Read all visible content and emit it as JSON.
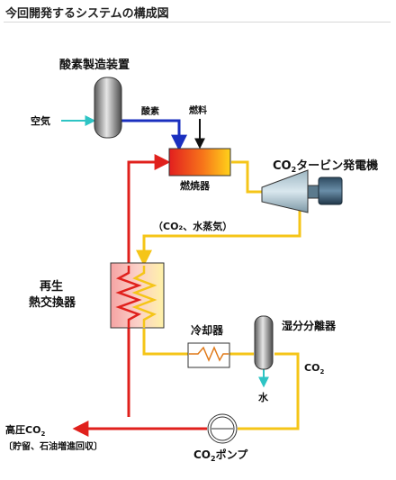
{
  "header": {
    "title": "今回開発するシステムの構成図"
  },
  "diagram": {
    "labels": {
      "o2_plant": "酸素製造装置",
      "air": "空気",
      "oxygen": "酸素",
      "fuel": "燃料",
      "combustor": "燃焼器",
      "turbine_main": "CO",
      "turbine_sub": "2",
      "turbine_rest": "タービン発電機",
      "exhaust": "（CO₂、水蒸気）",
      "regen_line1": "再生",
      "regen_line2": "熱交換器",
      "cooler": "冷却器",
      "separator": "湿分分離器",
      "water": "水",
      "co2_main": "CO",
      "co2_sub": "2",
      "pump_main": "CO",
      "pump_sub": "2",
      "pump_rest": "ポンプ",
      "hp_main": "高圧CO",
      "hp_sub": "2",
      "hp_note": "〔貯留、石油増進回収〕"
    },
    "colors": {
      "hot": "#e0201c",
      "exhaust": "#f5c518",
      "oxygen": "#1a2fbf",
      "air": "#2ec4c4",
      "water": "#2ec4c4"
    }
  }
}
